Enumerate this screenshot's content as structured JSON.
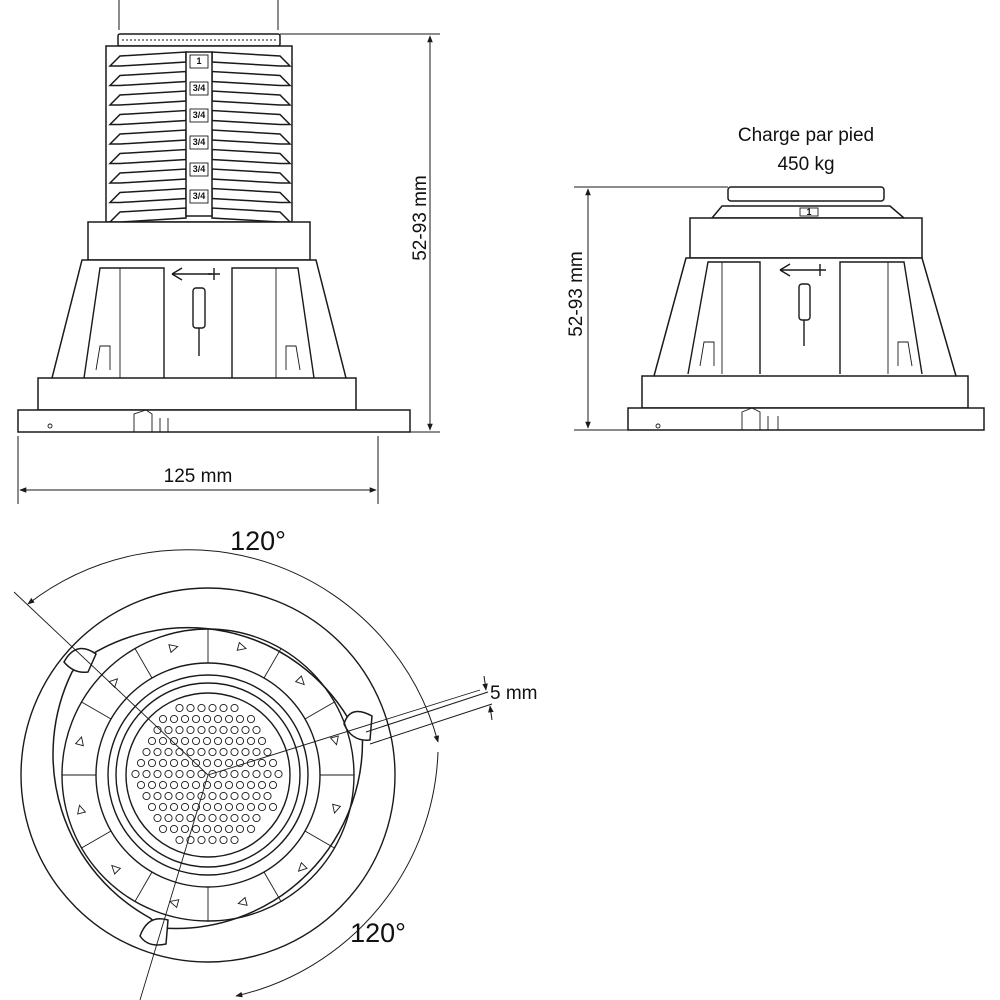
{
  "front_view": {
    "height_label": "52-93 mm",
    "width_label": "125 mm",
    "shim_labels": [
      "1",
      "3/4",
      "3/4",
      "3/4",
      "3/4",
      "3/4"
    ]
  },
  "side_view": {
    "load_label_line1": "Charge par pied",
    "load_label_line2": "450 kg",
    "height_label": "52-93 mm",
    "shim_label": "1"
  },
  "top_view": {
    "angle_label_top": "120°",
    "angle_label_bottom": "120°",
    "slot_label": "5 mm"
  },
  "colors": {
    "line": "#1a1a1a",
    "background": "#ffffff"
  }
}
